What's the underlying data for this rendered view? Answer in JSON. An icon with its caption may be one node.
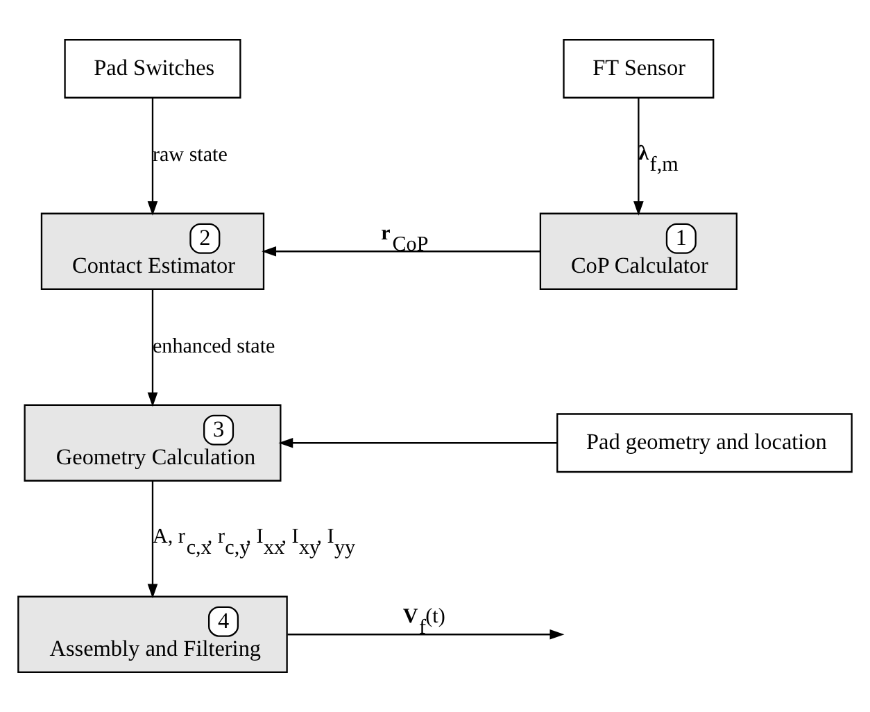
{
  "diagram": {
    "nodes": [
      {
        "text": [
          "Pad Switches"
        ]
      },
      {
        "text": [
          "FT Sensor"
        ]
      },
      {
        "text": [
          "2",
          "Contact Estimator"
        ]
      },
      {
        "text": [
          "1",
          "CoP Calculator"
        ]
      },
      {
        "text": [
          "3",
          "Geometry Calculation"
        ]
      },
      {
        "text": [
          "Pad geometry and location"
        ]
      },
      {
        "text": [
          "4",
          "Assembly and Filtering"
        ]
      }
    ],
    "edges": [
      {
        "from": 0,
        "to": 2,
        "arrow": "to",
        "label": "raw state"
      },
      {
        "from": 1,
        "to": 3,
        "arrow": "to",
        "label": "**λ**$_{f,m}$"
      },
      {
        "from": 3,
        "to": 2,
        "arrow": "to",
        "label": "**r**$_{CoP}$"
      },
      {
        "from": 2,
        "to": 4,
        "arrow": "to",
        "label": "enhanced state"
      },
      {
        "from": 5,
        "to": 4,
        "arrow": "to"
      },
      {
        "from": 4,
        "to": 6,
        "arrow": "to",
        "label": "A, r$_{c,x}$, r$_{c,y}$, I$_{xx}$, I$_{xy}$, I$_{yy}$"
      },
      {
        "from": 6,
        "to": null,
        "arrow": "to",
        "label": "**V**$_{f}$(t)"
      }
    ]
  }
}
